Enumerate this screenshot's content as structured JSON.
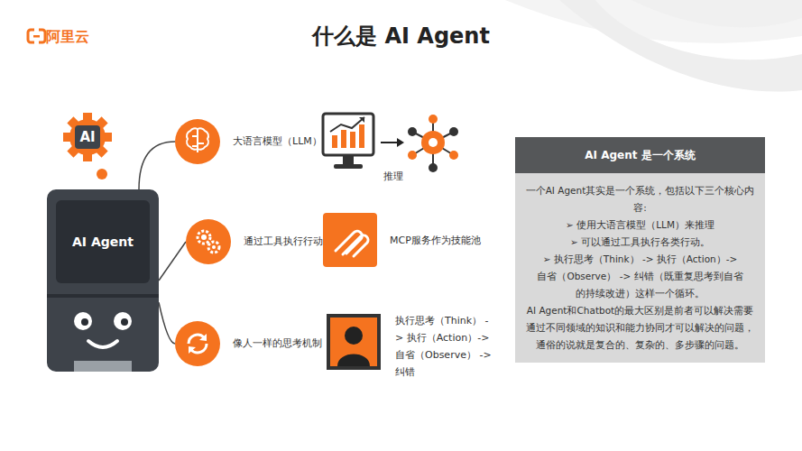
{
  "diagram": {
    "title": "什么是 AI Agent",
    "nodes": [
      {
        "text": [
          "AI"
        ]
      },
      {
        "text": [
          "AI Agent"
        ]
      },
      {
        "text": [
          "大语言模型（LLM）"
        ]
      },
      {
        "text": [
          "通过工具执行行动"
        ]
      },
      {
        "text": [
          "像人一样的思考机制"
        ]
      },
      {
        "text": [
          "AI Agent 是一个系统",
          "一个AI Agent其实是一个系统，包括以下三个核心内容:",
          "➢ 使用大语言模型（LLM）来推理",
          "➢ 可以通过工具执行各类行动。",
          "➢ 执行思考（Think） -> 执行（Action）-> 自省（Observe） -> 纠错（既重复思考到自省的持续改进）这样一个循环。",
          "AI Agent和Chatbot的最大区别是前者可以解决需要通过不同领域的知识和能力协同才可以解决的问题，通俗的说就是复合的、复杂的、多步骤的问题。"
        ]
      }
    ],
    "edges": [
      {
        "from": 1,
        "to": 2,
        "arrow": "none"
      },
      {
        "from": 1,
        "to": 3,
        "arrow": "none"
      },
      {
        "from": 1,
        "to": 4,
        "arrow": "none"
      }
    ],
    "labels": [
      "阿里云",
      "推理",
      "MCP服务作为技能池",
      "执行思考（Think） -> 执行（Action）-> 自省（Observe） -> 纠错"
    ]
  }
}
